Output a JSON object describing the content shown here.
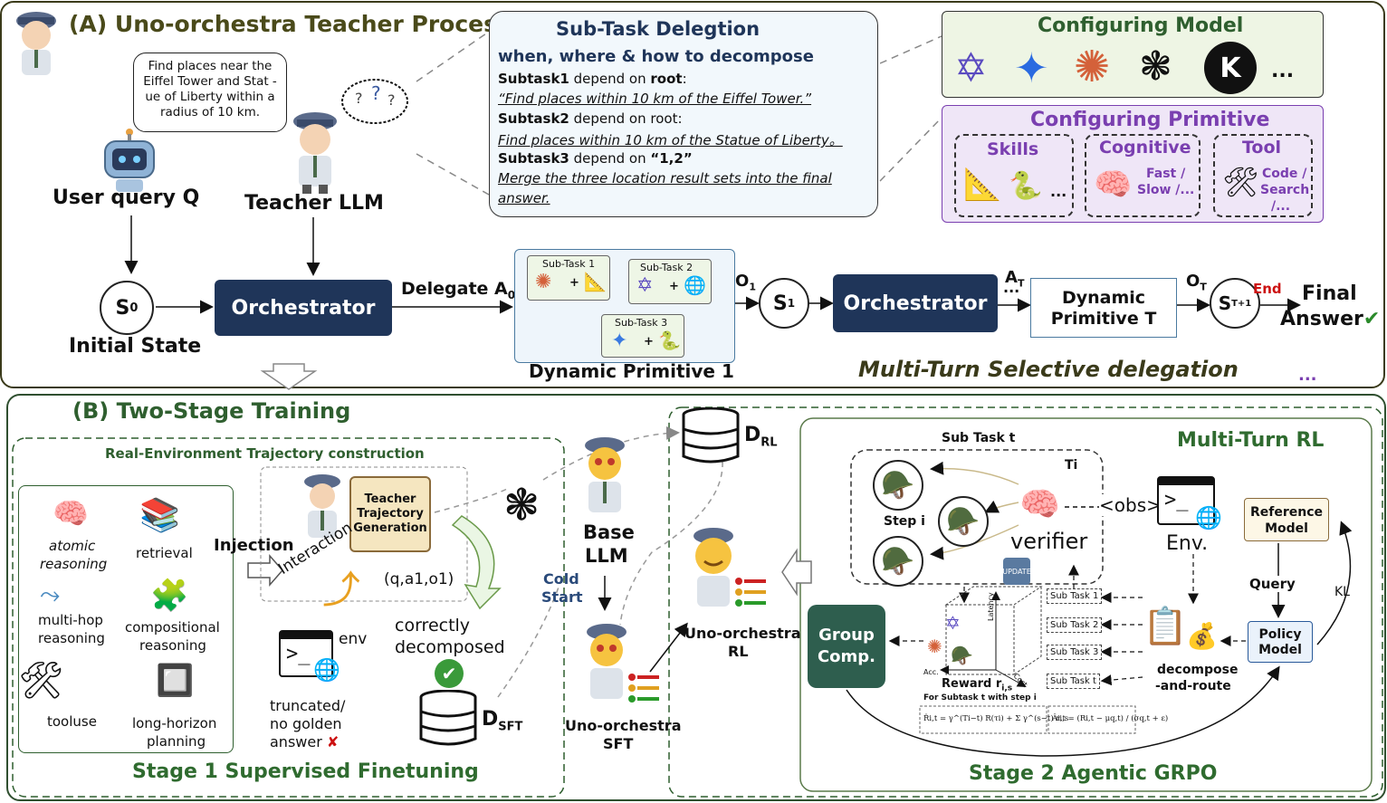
{
  "sectionA": {
    "title": "(A) Uno-orchestra Teacher Process",
    "user_query_bubble": "Find places near the Eiffel Tower and Stat -ue of Liberty within a radius of 10 km.",
    "user_query_label": "User query Q",
    "teacher_label": "Teacher LLM",
    "s0": "S",
    "s0_sub": "0",
    "initial_state": "Initial State",
    "orchestrator1": "Orchestrator",
    "delegate": "Delegate A",
    "delegate_sub": "0",
    "subtask1": "Sub-Task 1",
    "subtask2": "Sub-Task 2",
    "subtask3": "Sub-Task 3",
    "plus": "+",
    "dynamic_primitive1": "Dynamic Primitive 1",
    "o1": "O",
    "o1_sub": "1",
    "s1": "S",
    "s1_sub": "1",
    "orchestrator2": "Orchestrator",
    "at": "A",
    "at_sub": "T",
    "dynamic_primitive_t": "Dynamic Primitive T",
    "ot": "O",
    "ot_sub": "T",
    "st1": "S",
    "st1_sub": "T+1",
    "end": "End",
    "final_answer1": "Final",
    "final_answer2": "Answer",
    "check": "✔",
    "multi_turn": "Multi-Turn Selective delegation",
    "dots": "...",
    "delegation": {
      "title": "Sub-Task Delegtion",
      "subtitle": "when, where & how to decompose",
      "st1_head": "Subtask1",
      "st1_dep": " depend on ",
      "st1_root": "root",
      "st1_colon": ":",
      "st1_text": "“Find places within 10 km of the Eiffel Tower.”",
      "st2_head": "Subtask2",
      "st2_dep": " depend on root:",
      "st2_text": "Find places within 10 km of the Statue of Liberty。",
      "st3_head": "Subtask3",
      "st3_dep": " depend on ",
      "st3_ref": "“1,2”",
      "st3_text1": "Merge the three location result sets into the final",
      "st3_text2": "answer."
    },
    "config_model": {
      "title": "Configuring Model",
      "more": "..."
    },
    "config_primitive": {
      "title": "Configuring Primitive",
      "skills": "Skills",
      "skills_more": "...",
      "cognitive": "Cognitive",
      "cog_text1": "Fast /",
      "cog_text2": "Slow /...",
      "tool": "Tool",
      "tool_text1": "Code /",
      "tool_text2": "Search",
      "tool_text3": "/..."
    }
  },
  "sectionB": {
    "title": "(B) Two-Stage Training",
    "traj_title": "Real-Environment Trajectory construction",
    "skills": [
      "atomic reasoning",
      "retrieval",
      "multi-hop reasoning",
      "compositional reasoning",
      "tooluse",
      "long-horizon planning"
    ],
    "skill_lines": {
      "atomic1": "atomic",
      "atomic2": "reasoning",
      "retrieval": "retrieval",
      "multihop1": "multi-hop",
      "multihop2": "reasoning",
      "comp1": "compositional",
      "comp2": "reasoning",
      "tooluse": "tooluse",
      "long1": "long-horizon",
      "long2": "planning"
    },
    "injection": "Injection",
    "interaction": "Interaction",
    "teacher_traj1": "Teacher",
    "teacher_traj2": "Trajectory",
    "teacher_traj3": "Generation",
    "qao": "(q,a1,o1)",
    "env": "env",
    "truncated1": "truncated/",
    "truncated2": "no golden",
    "truncated3": "answer",
    "cross": "✘",
    "correct1": "correctly",
    "correct2": "decomposed",
    "dsft": "D",
    "dsft_sub": "SFT",
    "cold1": "Cold",
    "cold2": "Start",
    "base1": "Base",
    "base2": "LLM",
    "uno_sft1": "Uno-orchestra",
    "uno_sft2": "SFT",
    "drl": "D",
    "drl_sub": "RL",
    "uno_rl1": "Uno-orchestra",
    "uno_rl2": "RL",
    "stage1": "Stage 1   Supervised Finetuning",
    "stage2": "Stage 2   Agentic GRPO",
    "rl": {
      "title": "Multi-Turn RL",
      "subtask_t": "Sub Task t",
      "ti": "Ti",
      "step_i": "Step i",
      "verifier": "verifier",
      "obs": "<obs>",
      "env": "Env.",
      "ref1": "Reference",
      "ref2": "Model",
      "query": "Query",
      "kl": "KL",
      "pol1": "Policy",
      "pol2": "Model",
      "update": "UPDATE",
      "group1": "Group",
      "group2": "Comp.",
      "sub_list": [
        "Sub Task 1",
        "Sub Task 2",
        "Sub Task 3",
        "Sub Task t"
      ],
      "decompose1": "decompose",
      "decompose2": "-and-route",
      "reward": "Reward r",
      "reward_sub": "i,s",
      "reward_note": "For Subtask t with step i",
      "latency": "Latency",
      "acc": "Acc.",
      "cost": "Cost",
      "formula1": "R̂i,t = γ^(Ti−t) R(τi) + Σ γ^(s−t) ri,s",
      "formula2": "Âi,t = (Ri,t − μq,t) / (σq,t + ε)"
    }
  },
  "colors": {
    "navy": "#1f3559",
    "olive_title": "#4a4a1a",
    "green_title": "#2f6b2f",
    "model_panel_bg": "#eef5e4",
    "primitive_panel_bg": "#efe6f7",
    "purple": "#7a3fb0",
    "group_comp": "#2e5e4e",
    "red_end": "#cc1111"
  }
}
